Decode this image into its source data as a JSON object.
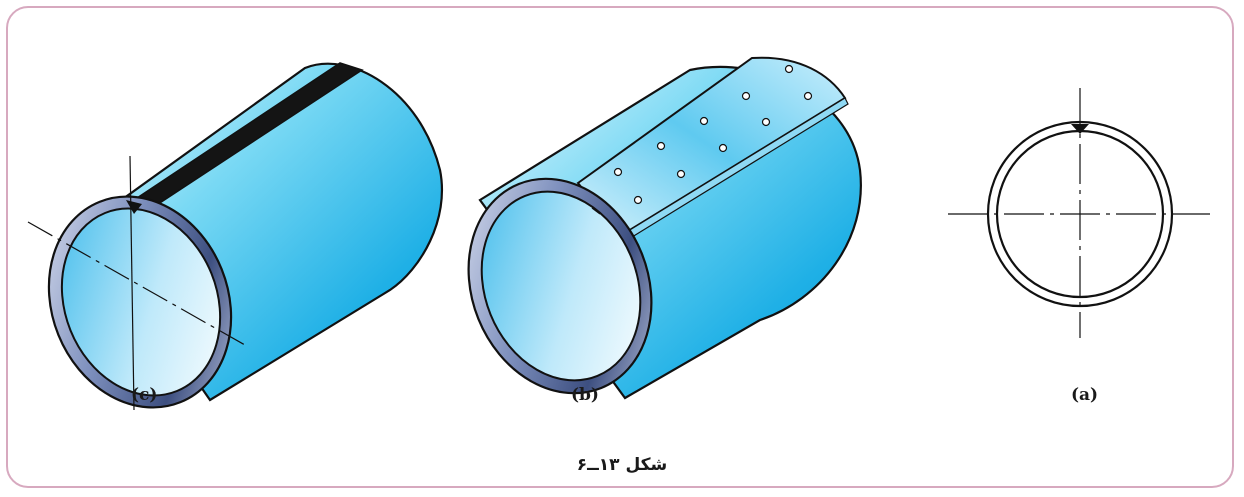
{
  "figure": {
    "caption": "شکل ۱۳ــ۶",
    "panels": [
      {
        "id": "c",
        "label": "(c)",
        "description": "cylinder-with-dark-weld-seam"
      },
      {
        "id": "b",
        "label": "(b)",
        "description": "cylinder-with-riveted-strap"
      },
      {
        "id": "a",
        "label": "(a)",
        "description": "cross-section-circle"
      }
    ]
  },
  "colors": {
    "frame_border": "#d7a9bf",
    "cylinder_fill_light": "#e6f7fd",
    "cylinder_fill_mid": "#5ed0f0",
    "cylinder_fill_dark": "#18a6e0",
    "rim_metal": "#6c7ea8",
    "outline": "#111111"
  }
}
